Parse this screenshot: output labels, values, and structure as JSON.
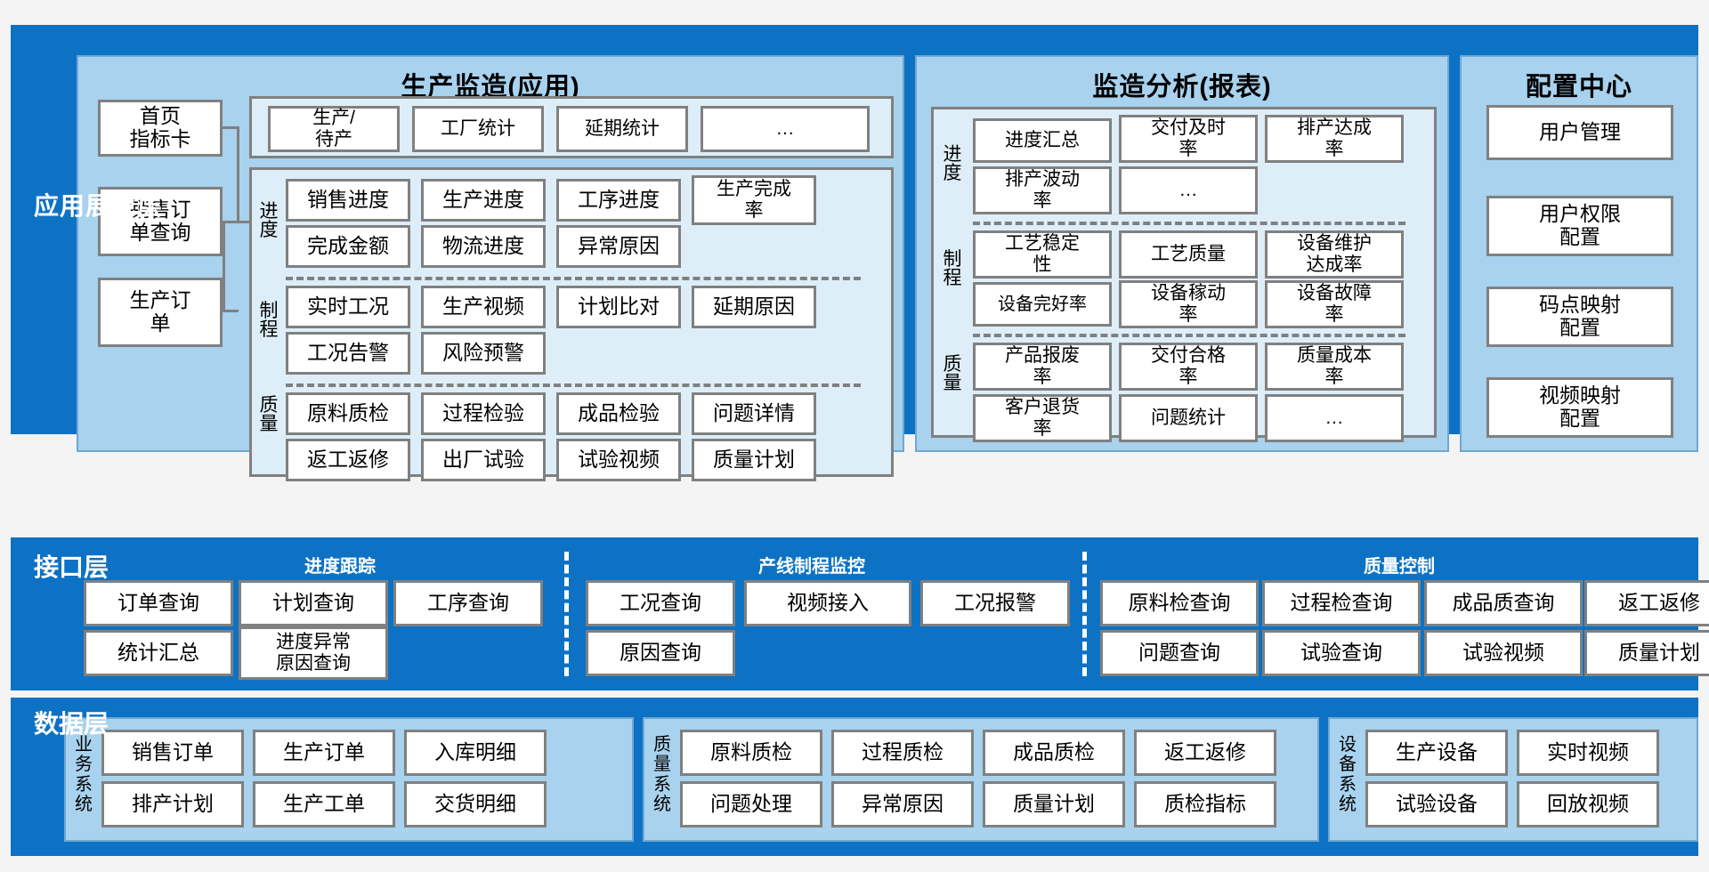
{
  "layers": {
    "application": {
      "label": "应用展现层",
      "panels": {
        "app": {
          "title": "生产监造(应用)",
          "stubs": [
            {
              "label": "首页\n指标卡"
            },
            {
              "label": "销售订\n单查询"
            },
            {
              "label": "生产订\n单"
            }
          ],
          "top_group": [
            "生产/\n待产",
            "工厂统计",
            "延期统计",
            "…"
          ],
          "groups": [
            {
              "row_label": "进度",
              "rows": [
                [
                  "销售进度",
                  "生产进度",
                  "工序进度",
                  "生产完成\n率"
                ],
                [
                  "完成金额",
                  "物流进度",
                  "异常原因"
                ]
              ]
            },
            {
              "row_label": "制程",
              "rows": [
                [
                  "实时工况",
                  "生产视频",
                  "计划比对",
                  "延期原因"
                ],
                [
                  "工况告警",
                  "风险预警"
                ]
              ]
            },
            {
              "row_label": "质量",
              "rows": [
                [
                  "原料质检",
                  "过程检验",
                  "成品检验",
                  "问题详情"
                ],
                [
                  "返工返修",
                  "出厂试验",
                  "试验视频",
                  "质量计划"
                ]
              ]
            }
          ]
        },
        "analysis": {
          "title": "监造分析(报表)",
          "groups": [
            {
              "row_label": "进度",
              "rows": [
                [
                  "进度汇总",
                  "交付及时\n率",
                  "排产达成\n率"
                ],
                [
                  "排产波动\n率",
                  "…"
                ]
              ]
            },
            {
              "row_label": "制程",
              "rows": [
                [
                  "工艺稳定\n性",
                  "工艺质量",
                  "设备维护\n达成率"
                ],
                [
                  "设备完好率",
                  "设备稼动\n率",
                  "设备故障\n率"
                ]
              ]
            },
            {
              "row_label": "质量",
              "rows": [
                [
                  "产品报废\n率",
                  "交付合格\n率",
                  "质量成本\n率"
                ],
                [
                  "客户退货\n率",
                  "问题统计",
                  "…"
                ]
              ]
            }
          ]
        },
        "config": {
          "title": "配置中心",
          "items": [
            "用户管理",
            "用户权限\n配置",
            "码点映射\n配置",
            "视频映射\n配置"
          ]
        }
      }
    },
    "interface": {
      "label": "接口层",
      "groups": [
        {
          "title": "进度跟踪",
          "rows": [
            [
              "订单查询",
              "计划查询",
              "工序查询"
            ],
            [
              "统计汇总",
              "进度异常\n原因查询"
            ]
          ]
        },
        {
          "title": "产线制程监控",
          "rows": [
            [
              "工况查询",
              "视频接入",
              "工况报警"
            ],
            [
              "原因查询"
            ]
          ]
        },
        {
          "title": "质量控制",
          "rows": [
            [
              "原料检查询",
              "过程检查询",
              "成品质查询",
              "返工返修"
            ],
            [
              "问题查询",
              "试验查询",
              "试验视频",
              "质量计划"
            ]
          ]
        }
      ]
    },
    "data": {
      "label": "数据层",
      "groups": [
        {
          "side_label": "业务系统",
          "rows": [
            [
              "销售订单",
              "生产订单",
              "入库明细"
            ],
            [
              "排产计划",
              "生产工单",
              "交货明细"
            ]
          ]
        },
        {
          "side_label": "质量系统",
          "rows": [
            [
              "原料质检",
              "过程质检",
              "成品质检",
              "返工返修"
            ],
            [
              "问题处理",
              "异常原因",
              "质量计划",
              "质检指标"
            ]
          ]
        },
        {
          "side_label": "设备系统",
          "rows": [
            [
              "生产设备",
              "实时视频"
            ],
            [
              "试验设备",
              "回放视频"
            ]
          ]
        }
      ]
    }
  },
  "colors": {
    "layer_blue": "#0d72c4",
    "panel_blue": "#a8d2ee",
    "sub_blue": "#ddeef9",
    "box_border": "#808080",
    "box_fill": "#ffffff"
  }
}
